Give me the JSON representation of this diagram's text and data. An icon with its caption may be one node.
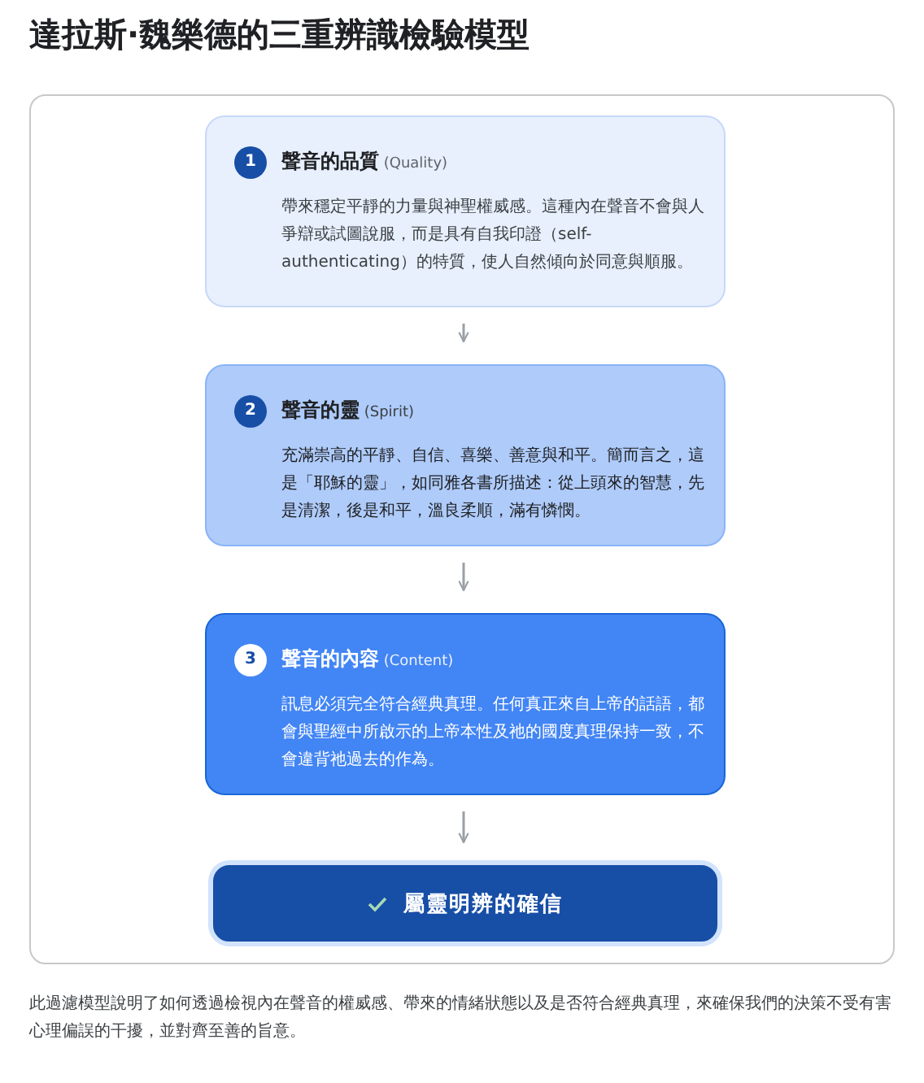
{
  "diagram": {
    "title": "達拉斯·魏樂德的三重辨識檢驗模型",
    "caption": "此過濾模型說明了如何透過檢視內在聲音的權威感、帶來的情緒狀態以及是否符合經典真理，來確保我們的決策不受有害心理偏誤的干擾，並對齊至善的旨意。",
    "nodes": [
      {
        "text": [],
        "shape": "box"
      },
      {
        "text": [
          "1",
          "**聲音的品質** (Quality)",
          "帶來穩定平靜的力量與神聖權威感。這種內在聲音不會與人爭辯或試圖說服，而是具有自我印證（self-authenticating）的特質，使人自然傾向於同意與順服。"
        ],
        "in": 0
      },
      {
        "text": [
          "2",
          "**聲音的靈** (Spirit)",
          "充滿崇高的平靜、自信、喜樂、善意與和平。簡而言之，這是「耶穌的靈」，如同雅各書所描述：從上頭來的智慧，先是清潔，後是和平，溫良柔順，滿有憐憫。"
        ],
        "in": 0
      },
      {
        "text": [
          "3",
          "**聲音的內容** (Content)",
          "訊息必須完全符合經典真理。任何真正來自上帝的話語，都會與聖經中所啟示的上帝本性及祂的國度真理保持一致，不會違背祂過去的作為。"
        ],
        "in": 0
      },
      {
        "text": [
          "屬靈明辨的確信"
        ],
        "in": 0
      }
    ],
    "edges": [
      {
        "from": 1,
        "to": 2,
        "arrow": "to"
      },
      {
        "from": 2,
        "to": 3,
        "arrow": "to"
      },
      {
        "from": 3,
        "to": 4,
        "arrow": "to"
      }
    ]
  }
}
